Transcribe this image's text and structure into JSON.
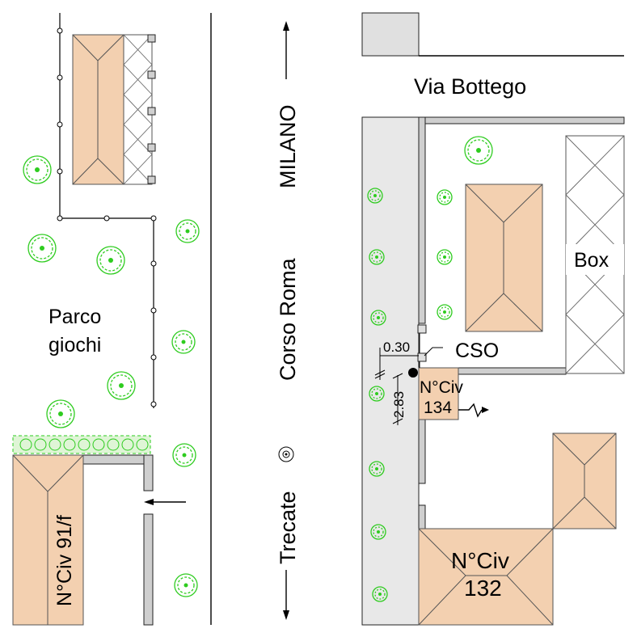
{
  "colors": {
    "roof": "#f3d0b0",
    "sidewalk": "#e8e8e8",
    "wall": "#cfcfcf",
    "tree": "#2ecc1f",
    "hedge": "#dff5d6"
  },
  "streets": {
    "via_bottego": "Via Bottego",
    "corso_roma": "Corso Roma",
    "direction_north": "MILANO",
    "direction_south": "Trecate"
  },
  "areas": {
    "park_line1": "Parco",
    "park_line2": "giochi",
    "garage": "Box"
  },
  "buildings": {
    "b91f": "N°Civ 91/f",
    "b134_line1": "N°Civ",
    "b134_line2": "134",
    "b132_line1": "N°Civ",
    "b132_line2": "132"
  },
  "annotations": {
    "cso": "CSO",
    "dim_offset": "0.30",
    "dim_height": "2.83"
  },
  "icons": {
    "tree": "tree-icon",
    "manhole": "manhole-icon",
    "arrow": "arrow-icon",
    "lightning": "lightning-icon"
  }
}
